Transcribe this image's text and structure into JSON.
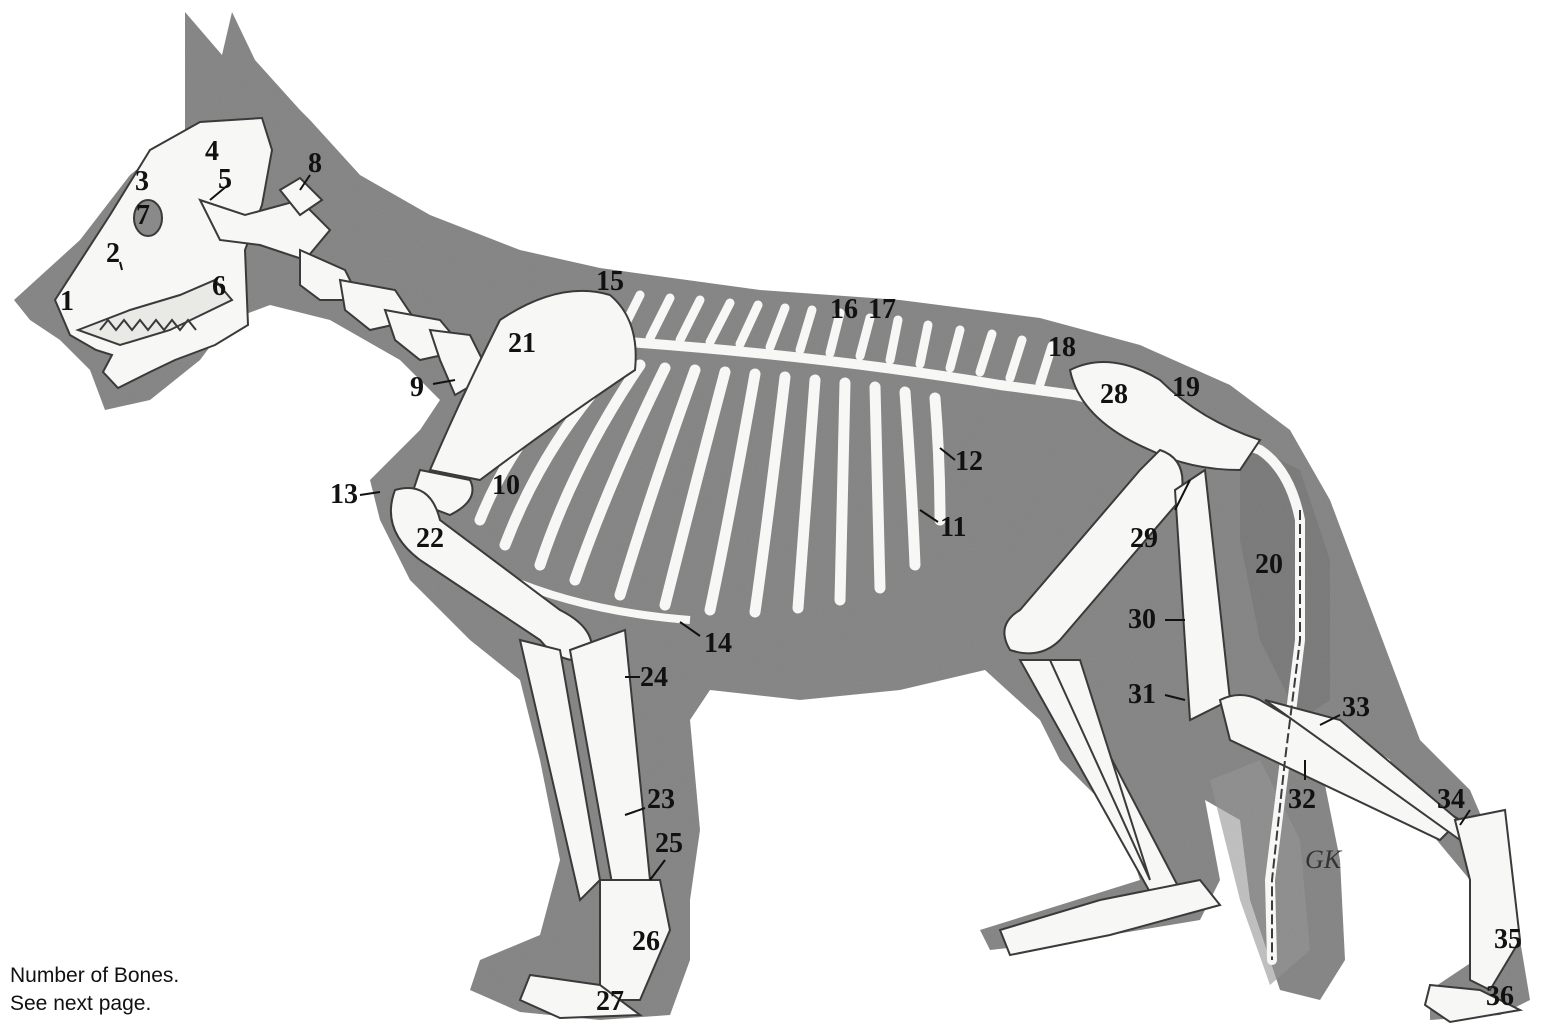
{
  "diagram": {
    "bone_numbers": [
      "1",
      "2",
      "3",
      "4",
      "5",
      "6",
      "7",
      "8",
      "9",
      "10",
      "11",
      "12",
      "13",
      "14",
      "15",
      "16",
      "17",
      "18",
      "19",
      "20",
      "21",
      "22",
      "23",
      "24",
      "25",
      "26",
      "27",
      "28",
      "29",
      "30",
      "31",
      "32",
      "33",
      "34",
      "35",
      "36"
    ],
    "artist_mark": "GK",
    "colors": {
      "body": "#8c8c8c",
      "body_dark": "#6f6f6f",
      "bone": "#f7f7f5",
      "bone_outline": "#3a3a3a",
      "label": "#111111"
    }
  },
  "caption": {
    "line1": "Number of Bones.",
    "line2": "See next page."
  }
}
